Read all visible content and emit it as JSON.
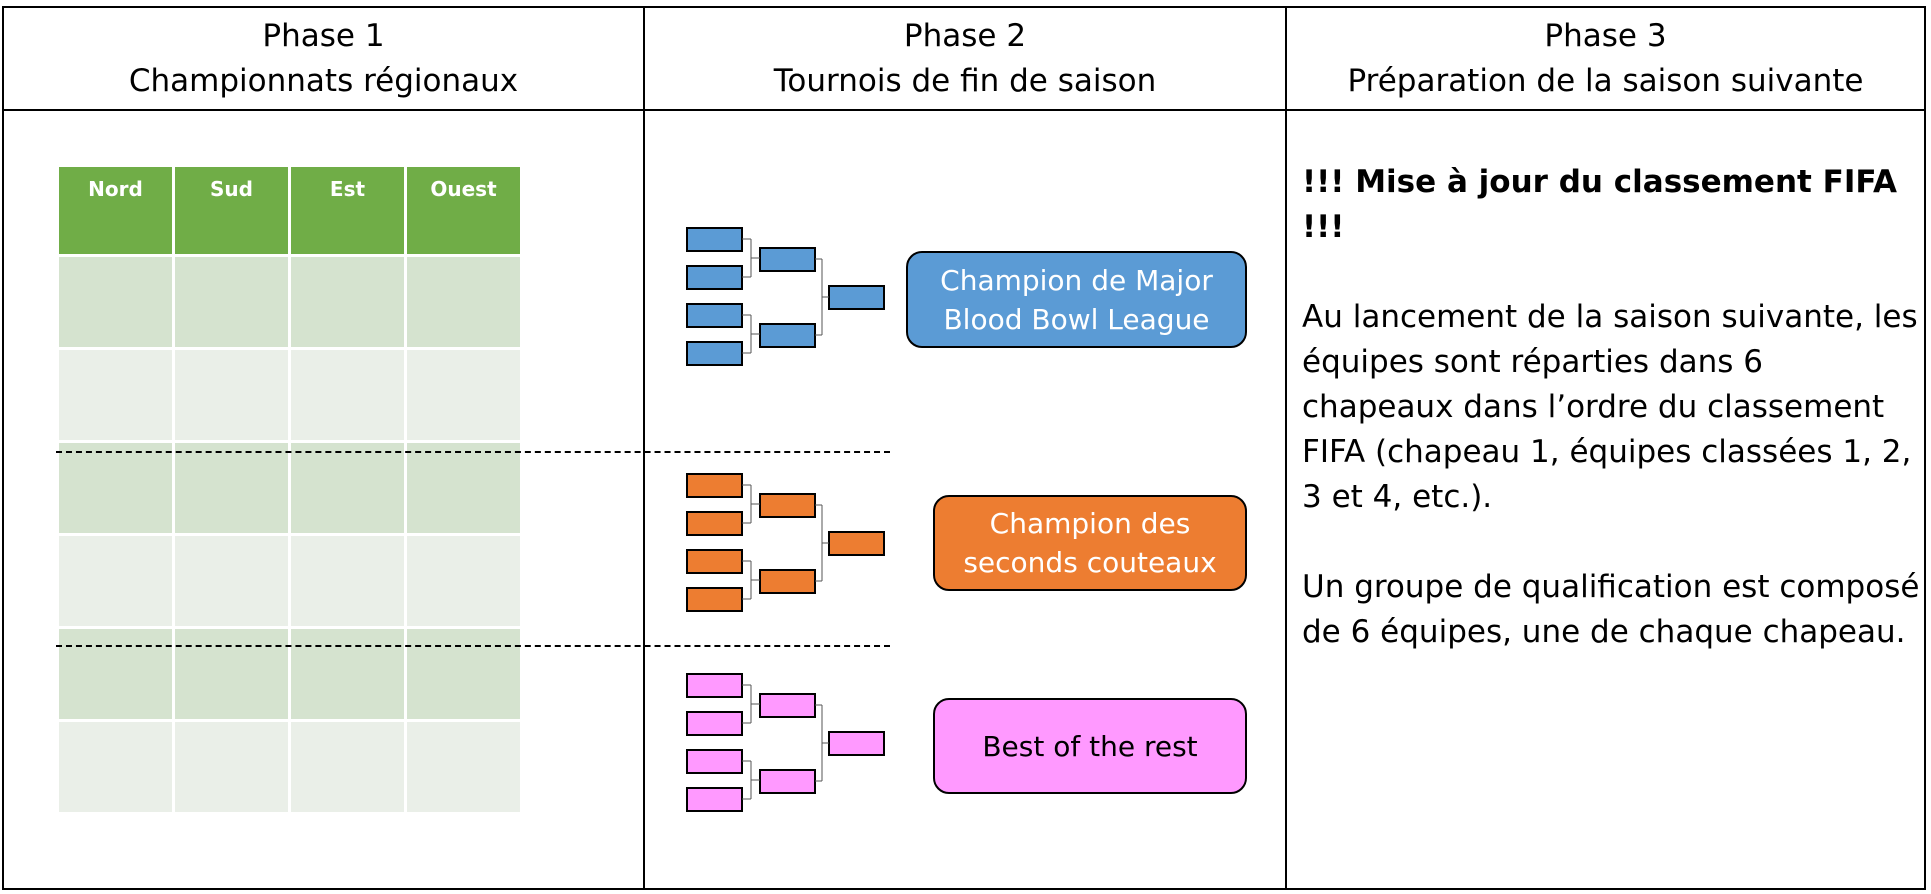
{
  "headers": [
    {
      "line1": "Phase 1",
      "line2": "Championnats régionaux"
    },
    {
      "line1": "Phase 2",
      "line2": "Tournois de fin de saison"
    },
    {
      "line1": "Phase 3",
      "line2": "Préparation de la saison suivante"
    }
  ],
  "phase1": {
    "columns": [
      "Nord",
      "Sud",
      "Est",
      "Ouest"
    ]
  },
  "phase2": {
    "tournaments": [
      {
        "label": "Champion de Major Blood Bowl League",
        "color": "#5b9bd5",
        "text_color": "#ffffff"
      },
      {
        "label": "Champion des seconds couteaux",
        "color": "#ed7d31",
        "text_color": "#ffffff"
      },
      {
        "label": "Best of the rest",
        "color": "#ff99ff",
        "text_color": "#000000"
      }
    ]
  },
  "phase3": {
    "title": "!!! Mise à jour du classement FIFA !!!",
    "paragraph1": "Au lancement de la saison suivante, les équipes sont réparties dans 6 chapeaux dans l’ordre du classement FIFA (chapeau 1, équipes classées 1, 2, 3 et 4, etc.).",
    "paragraph2": "Un groupe de qualification est composé de 6 équipes, une de chaque chapeau."
  },
  "colors": {
    "table_header": "#70ad47",
    "row_dark": "#d5e3cf",
    "row_light": "#eaefe8"
  }
}
